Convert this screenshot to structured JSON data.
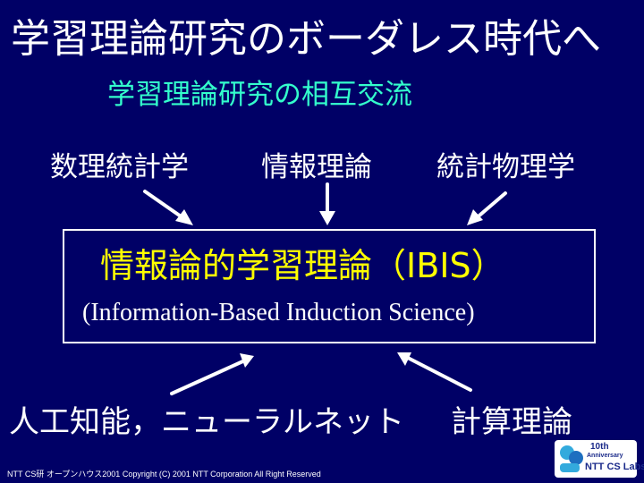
{
  "slide": {
    "title": "学習理論研究のボーダレス時代へ",
    "subtitle": "学習理論研究の相互交流",
    "sources_top": [
      "数理統計学",
      "情報理論",
      "統計物理学"
    ],
    "center_title": "情報論的学習理論（IBIS）",
    "center_subtitle": "(Information-Based Induction Science)",
    "sources_bottom": [
      "人工知能，ニューラルネット",
      "計算理論"
    ],
    "footer": "NTT CS研 オープンハウス2001  Copyright (C) 2001 NTT Corporation All Right  Reserved",
    "logo": {
      "line1": "10th",
      "line2": "Anniversary",
      "line3": "NTT CS Labs."
    },
    "colors": {
      "background": "#000066",
      "subtitle": "#33ffcc",
      "center_title": "#ffff00",
      "text": "#ffffff"
    }
  }
}
